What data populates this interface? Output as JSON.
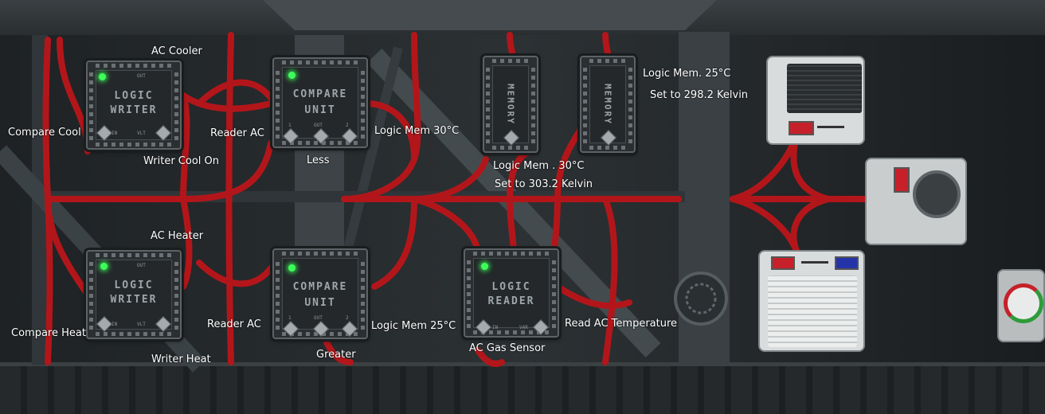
{
  "colors": {
    "wire": "#b3161a",
    "led": "#3dff5a",
    "label_text": "#ffffff",
    "module_text": "#9ea6aa"
  },
  "modules": {
    "writer_cool": {
      "title_1": "LOGIC",
      "title_2": "WRITER",
      "port_in": "IN",
      "port_out": "OUT",
      "port_vlt": "VLT"
    },
    "writer_heat": {
      "title_1": "LOGIC",
      "title_2": "WRITER",
      "port_in": "IN",
      "port_out": "OUT",
      "port_vlt": "VLT"
    },
    "compare_less": {
      "title_1": "COMPARE",
      "title_2": "UNIT",
      "port_1": "1",
      "port_out": "OUT",
      "port_2": "2"
    },
    "compare_greater": {
      "title_1": "COMPARE",
      "title_2": "UNIT",
      "port_1": "1",
      "port_out": "OUT",
      "port_2": "2"
    },
    "memory_30": {
      "title": "MEMORY"
    },
    "memory_25": {
      "title": "MEMORY"
    },
    "logic_reader": {
      "title_1": "LOGIC",
      "title_2": "READER",
      "port_in": "IN",
      "port_var": "VAR"
    }
  },
  "labels": {
    "ac_cooler": "AC Cooler",
    "compare_cool": "Compare Cool",
    "reader_ac_top": "Reader AC",
    "writer_cool_on": "Writer Cool On",
    "less": "Less",
    "logic_mem_30_left": "Logic Mem 30°C",
    "logic_mem_30_mid": "Logic Mem . 30°C",
    "set_303": "Set to 303.2 Kelvin",
    "logic_mem_25_right": "Logic Mem. 25°C",
    "set_298": "Set to 298.2 Kelvin",
    "ac_heater": "AC Heater",
    "compare_heat": "Compare Heat",
    "reader_ac_bottom": "Reader AC",
    "writer_heat": "Writer Heat",
    "greater": "Greater",
    "logic_mem_25_bottom": "Logic Mem 25°C",
    "ac_gas_sensor": "AC Gas Sensor",
    "read_ac_temperature": "Read AC Temperature"
  }
}
